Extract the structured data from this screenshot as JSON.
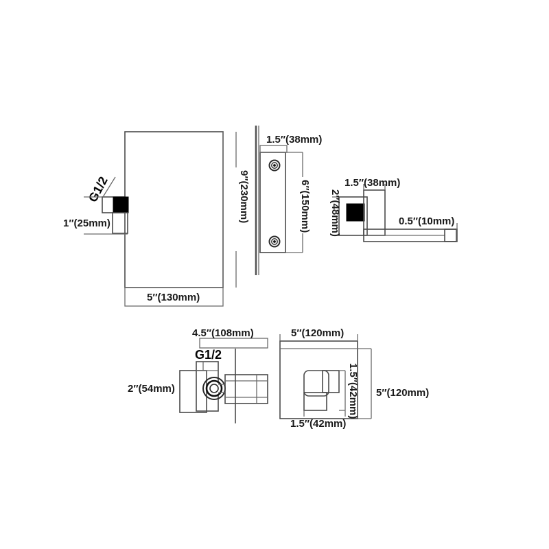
{
  "document": {
    "type": "technical-dimension-drawing",
    "subject": "Wall-mounted square shower system — head, arm, valve trim and handheld bracket",
    "units_note": "inches with millimetre equivalents in parentheses",
    "background_color": "#ffffff",
    "line_color": "#4a4a4a",
    "accent_fill_color": "#000000",
    "text_color": "#1a1a1a"
  },
  "views": {
    "shower_head_side": {
      "name": "Shower head side elevation",
      "labels": {
        "height": "9″(230mm)",
        "width": "5″(130mm)",
        "inlet": "1″(25mm)",
        "thread": "G1/2"
      }
    },
    "wall_bracket_side": {
      "name": "Wall mounting bracket side elevation",
      "labels": {
        "depth": "1.5″(38mm)",
        "height": "6″(150mm)"
      }
    },
    "shower_arm_side": {
      "name": "Shower arm side elevation",
      "labels": {
        "base_width": "1.5″(38mm)",
        "base_height": "2″(48mm)",
        "arm_thickness": "0.5″(10mm)"
      }
    },
    "handheld_holder": {
      "name": "Handheld holder / valve side elevation",
      "labels": {
        "length": "4.5″(108mm)",
        "height": "2″(54mm)",
        "thread": "G1/2"
      }
    },
    "valve_trim_plate": {
      "name": "Valve trim plate front elevation",
      "labels": {
        "width": "5″(120mm)",
        "height": "5″(120mm)",
        "handle_height": "1.5″(42mm)",
        "handle_width": "1.5″(42mm)"
      }
    }
  },
  "dimension_list": [
    "9″(230mm)",
    "5″(130mm)",
    "1″(25mm)",
    "G1/2",
    "1.5″(38mm)",
    "6″(150mm)",
    "1.5″(38mm)",
    "2″(48mm)",
    "0.5″(10mm)",
    "4.5″(108mm)",
    "2″(54mm)",
    "G1/2",
    "5″(120mm)",
    "5″(120mm)",
    "1.5″(42mm)",
    "1.5″(42mm)"
  ]
}
